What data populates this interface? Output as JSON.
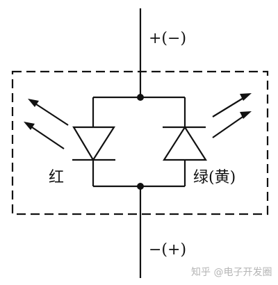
{
  "diagram": {
    "component": "bicolor-led",
    "top_terminal_label": "+(−)",
    "bottom_terminal_label": "−(+)",
    "left_led_label": "红",
    "right_led_label": "绿(黄)",
    "left_led_orientation": "anode-up",
    "right_led_orientation": "anode-down",
    "package_outline": "dashed-rectangle"
  },
  "watermark": {
    "text": "知乎 @电子开发圈"
  },
  "colors": {
    "line": "#111111",
    "background": "#ffffff",
    "watermark": "#b5b5b5"
  }
}
